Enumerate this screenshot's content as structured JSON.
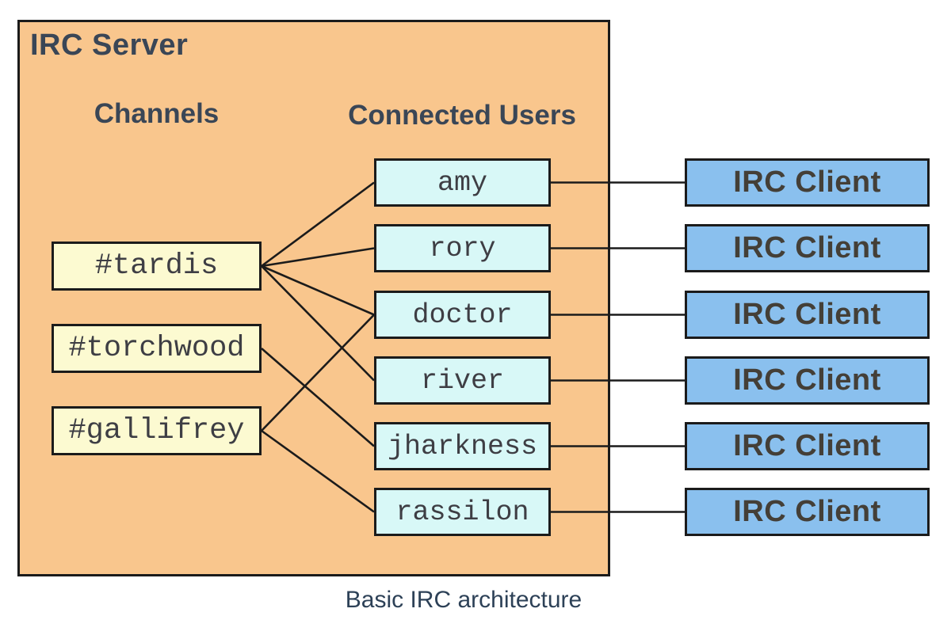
{
  "diagram": {
    "server_title": "IRC Server",
    "channels_heading": "Channels",
    "users_heading": "Connected Users",
    "caption": "Basic IRC architecture",
    "channels": [
      {
        "id": "tardis",
        "label": "#tardis"
      },
      {
        "id": "torchwood",
        "label": "#torchwood"
      },
      {
        "id": "gallifrey",
        "label": "#gallifrey"
      }
    ],
    "users": [
      {
        "id": "amy",
        "label": "amy"
      },
      {
        "id": "rory",
        "label": "rory"
      },
      {
        "id": "doctor",
        "label": "doctor"
      },
      {
        "id": "river",
        "label": "river"
      },
      {
        "id": "jharkness",
        "label": "jharkness"
      },
      {
        "id": "rassilon",
        "label": "rassilon"
      }
    ],
    "clients": [
      {
        "label": "IRC Client"
      },
      {
        "label": "IRC Client"
      },
      {
        "label": "IRC Client"
      },
      {
        "label": "IRC Client"
      },
      {
        "label": "IRC Client"
      },
      {
        "label": "IRC Client"
      }
    ],
    "connections": {
      "channel_user": [
        [
          "tardis",
          "amy"
        ],
        [
          "tardis",
          "rory"
        ],
        [
          "tardis",
          "doctor"
        ],
        [
          "tardis",
          "river"
        ],
        [
          "torchwood",
          "jharkness"
        ],
        [
          "gallifrey",
          "doctor"
        ],
        [
          "gallifrey",
          "rassilon"
        ]
      ],
      "user_client": [
        [
          "amy",
          0
        ],
        [
          "rory",
          1
        ],
        [
          "doctor",
          2
        ],
        [
          "river",
          3
        ],
        [
          "jharkness",
          4
        ],
        [
          "rassilon",
          5
        ]
      ]
    },
    "colors": {
      "server_fill": "#F9C68D",
      "channel_fill": "#FCFAD1",
      "user_fill": "#D8F8F7",
      "client_fill": "#8AC0EE",
      "line": "#1B1B1B",
      "heading_text": "#3A4656",
      "label_text": "#3E3E44",
      "client_text": "#443F37",
      "caption_text": "#2D4157"
    }
  }
}
